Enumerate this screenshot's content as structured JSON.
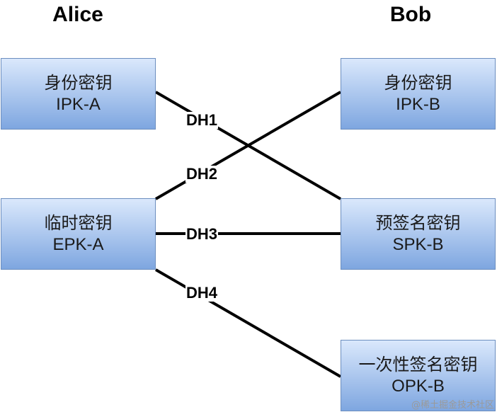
{
  "titles": {
    "alice": "Alice",
    "bob": "Bob"
  },
  "alice_keys": {
    "identity": {
      "name": "身份密钥",
      "code": "IPK-A"
    },
    "ephemeral": {
      "name": "临时密钥",
      "code": "EPK-A"
    }
  },
  "bob_keys": {
    "identity": {
      "name": "身份密钥",
      "code": "IPK-B"
    },
    "signed_prekey": {
      "name": "预签名密钥",
      "code": "SPK-B"
    },
    "one_time_prekey": {
      "name": "一次性签名密钥",
      "code": "OPK-B"
    }
  },
  "edges": {
    "dh1": "DH1",
    "dh2": "DH2",
    "dh3": "DH3",
    "dh4": "DH4"
  },
  "watermark": "@稀土掘金技术社区",
  "colors": {
    "box_border": "#6c8ebf",
    "box_fill_top": "#dae8fc",
    "box_fill_bottom": "#7ea6e0",
    "line": "#000000"
  }
}
